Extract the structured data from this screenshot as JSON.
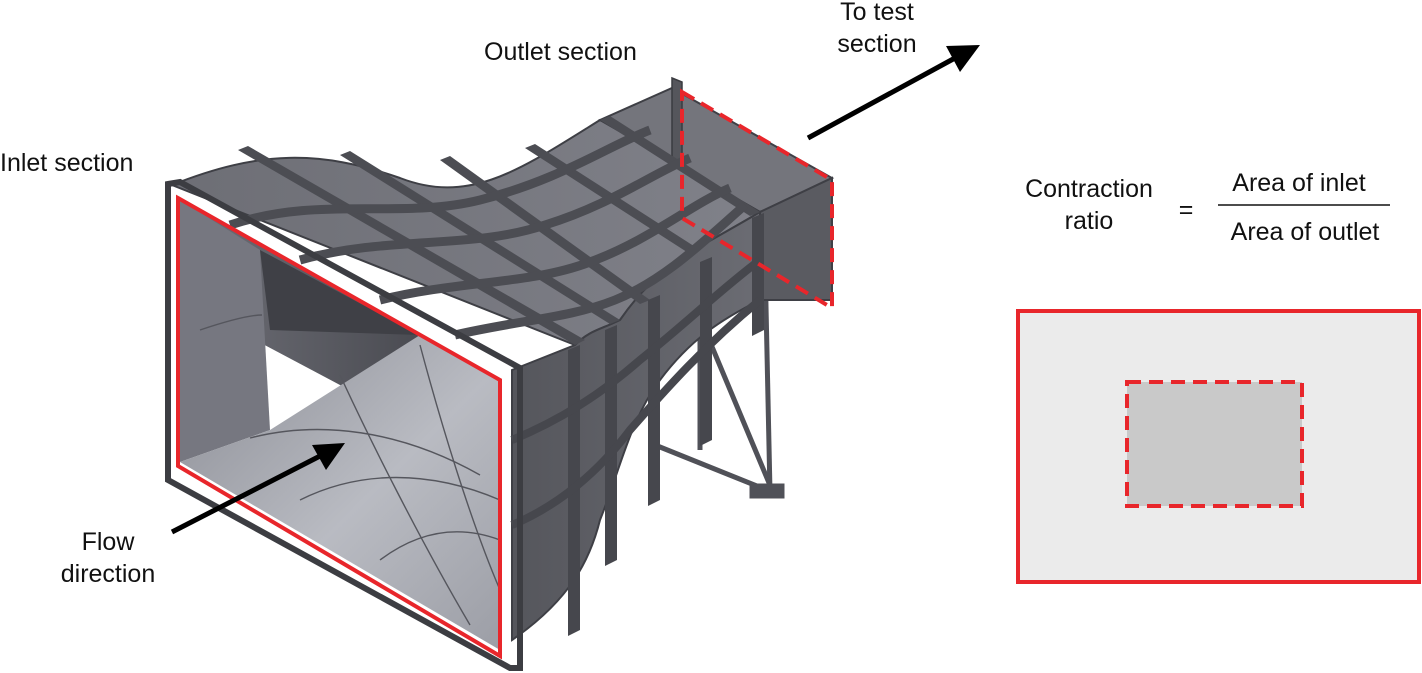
{
  "labels": {
    "inlet": "Inlet section",
    "outlet": "Outlet section",
    "to_test_line1": "To test",
    "to_test_line2": "section",
    "flow_line1": "Flow",
    "flow_line2": "direction"
  },
  "formula": {
    "lhs_line1": "Contraction",
    "lhs_line2": "ratio",
    "equals": "=",
    "numerator": "Area of inlet",
    "denominator": "Area of outlet"
  },
  "colors": {
    "inlet_outline": "#e8262b",
    "outlet_outline": "#e8262b",
    "inlet_area_fill": "#ebebeb",
    "outlet_area_fill": "#c9c9c9",
    "duct_body": "#5e5f66",
    "arrow": "#000000"
  }
}
